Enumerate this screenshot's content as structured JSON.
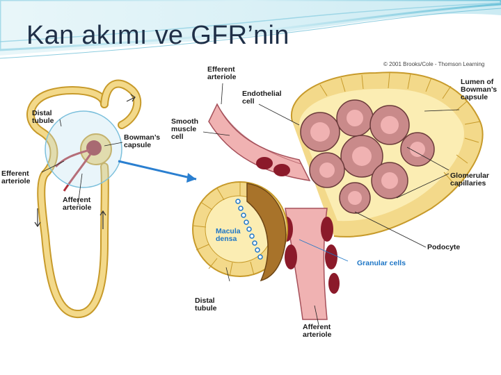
{
  "slide": {
    "title": "Kan akımı ve GFR’nin"
  },
  "figure": {
    "copyright": "© 2001 Brooks/Cole - Thomson Learning",
    "labels": {
      "distal_tubule_small": "Distal\ntubule",
      "bowmans_capsule_small": "Bowman’s\ncapsule",
      "efferent_arteriole_small": "Efferent\narteriole",
      "afferent_arteriole_small": "Afferent\narteriole",
      "efferent_arteriole": "Efferent\narteriole",
      "endothelial_cell": "Endothelial\ncell",
      "smooth_muscle_cell": "Smooth\nmuscle\ncell",
      "lumen_bowmans_capsule": "Lumen of\nBowman’s\ncapsule",
      "glomerular_capillaries": "Glomerular\ncapillaries",
      "macula_densa": "Macula\ndensa",
      "podocyte": "Podocyte",
      "granular_cells": "Granular cells",
      "distal_tubule": "Distal\ntubule",
      "afferent_arteriole": "Afferent\narteriole"
    }
  },
  "colors": {
    "title": "#1f2f47",
    "tubule": "#f3d98a",
    "tubule_outline": "#c79a2a",
    "capsule_lumen": "#fbedb3",
    "capillary": "#c98a8a",
    "vessel_pink": "#f0b2b2",
    "granular": "#8b1a2a",
    "macula_densa": "#a8732a",
    "callout_blue": "#1e76c6"
  }
}
